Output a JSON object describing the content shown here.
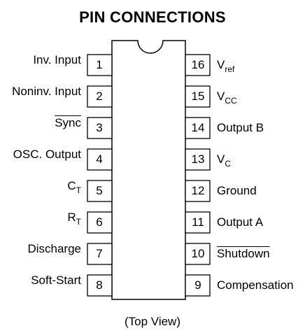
{
  "title": "PIN CONNECTIONS",
  "caption": "(Top View)",
  "left_pins": [
    {
      "num": "1",
      "label": "Inv. Input"
    },
    {
      "num": "2",
      "label": "Noninv.  Input"
    },
    {
      "num": "3",
      "label": "Sync",
      "overline": true
    },
    {
      "num": "4",
      "label": "OSC. Output"
    },
    {
      "num": "5",
      "label": "C",
      "sub": "T"
    },
    {
      "num": "6",
      "label": "R",
      "sub": "T"
    },
    {
      "num": "7",
      "label": "Discharge"
    },
    {
      "num": "8",
      "label": "Soft-Start"
    }
  ],
  "right_pins": [
    {
      "num": "16",
      "label": "V",
      "sub": "ref"
    },
    {
      "num": "15",
      "label": "V",
      "sub": "CC"
    },
    {
      "num": "14",
      "label": "Output B"
    },
    {
      "num": "13",
      "label": "V",
      "sub": "C"
    },
    {
      "num": "12",
      "label": "Ground"
    },
    {
      "num": "11",
      "label": "Output A"
    },
    {
      "num": "10",
      "label": "Shutdown",
      "overline": true
    },
    {
      "num": "9",
      "label": "Compensation"
    }
  ]
}
